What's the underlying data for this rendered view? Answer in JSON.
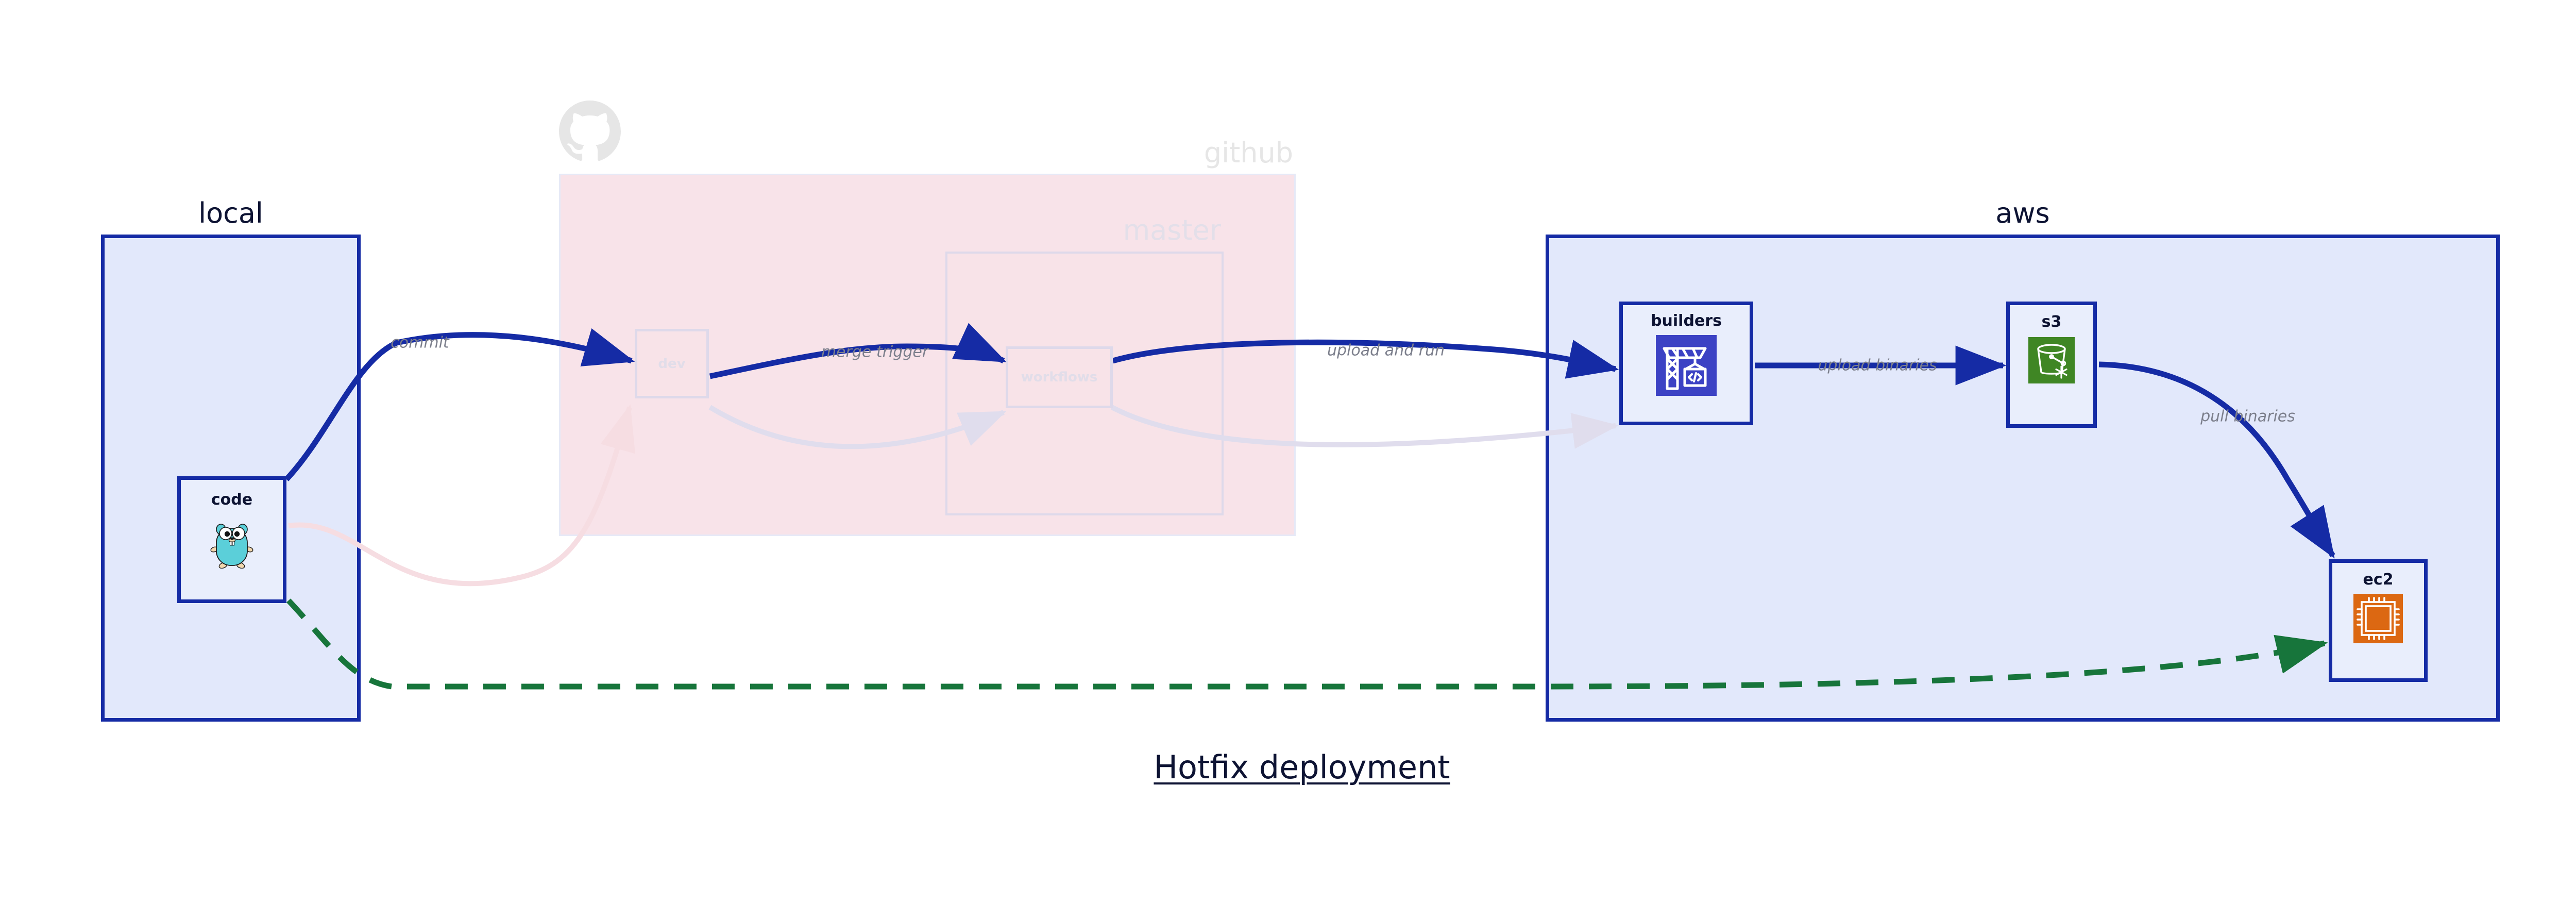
{
  "diagram": {
    "caption": "Hotfix deployment",
    "groups": [
      {
        "id": "local",
        "label": "local",
        "style": "solid"
      },
      {
        "id": "github",
        "label": "github",
        "style": "faded"
      },
      {
        "id": "master",
        "label": "master",
        "style": "ghost"
      },
      {
        "id": "aws",
        "label": "aws",
        "style": "solid"
      }
    ],
    "nodes": [
      {
        "id": "code",
        "label": "code",
        "icon": "go-gopher-icon",
        "state": "active"
      },
      {
        "id": "dev",
        "label": "dev",
        "icon": "none",
        "state": "ghost"
      },
      {
        "id": "workflows",
        "label": "workflows",
        "icon": "none",
        "state": "ghost"
      },
      {
        "id": "builders",
        "label": "builders",
        "icon": "aws-codebuild-icon",
        "state": "active"
      },
      {
        "id": "s3",
        "label": "s3",
        "icon": "aws-s3-bucket-icon",
        "state": "active"
      },
      {
        "id": "ec2",
        "label": "ec2",
        "icon": "aws-ec2-chip-icon",
        "state": "active"
      }
    ],
    "edges": [
      {
        "id": "commit",
        "from": "code",
        "to": "dev",
        "label": "commit",
        "style": "solid-blue",
        "state": "active"
      },
      {
        "id": "merge-trigger",
        "from": "dev",
        "to": "workflows",
        "label": "merge trigger",
        "style": "solid-blue",
        "state": "active"
      },
      {
        "id": "upload-and-run",
        "from": "workflows",
        "to": "builders",
        "label": "upload and run",
        "style": "solid-blue",
        "state": "active"
      },
      {
        "id": "upload-binaries",
        "from": "builders",
        "to": "s3",
        "label": "upload binaries",
        "style": "solid-blue",
        "state": "active"
      },
      {
        "id": "pull-binaries",
        "from": "s3",
        "to": "ec2",
        "label": "pull binaries",
        "style": "solid-blue",
        "state": "active"
      },
      {
        "id": "hotfix-direct",
        "from": "code",
        "to": "ec2",
        "label": "",
        "style": "dashed-green",
        "state": "active"
      },
      {
        "id": "ghost-back-1",
        "from": "code",
        "to": "dev",
        "label": "",
        "style": "solid-pink",
        "state": "ghost"
      },
      {
        "id": "ghost-back-2",
        "from": "dev",
        "to": "workflows",
        "label": "",
        "style": "solid-lilac",
        "state": "ghost"
      },
      {
        "id": "ghost-back-3",
        "from": "workflows",
        "to": "builders",
        "label": "",
        "style": "solid-lilac",
        "state": "ghost"
      }
    ],
    "colors": {
      "accent_blue": "#152ba5",
      "group_fill_blue": "#e2e8fb",
      "group_fill_pink": "#f8e3e9",
      "node_fill": "#e9eefc",
      "dashed_green": "#17753b",
      "label_gray": "#7c7f8c",
      "ghost_gray": "#e6e6e6",
      "aws_codebuild": "#3c42c4",
      "aws_s3": "#3f8624",
      "aws_ec2": "#dc6812",
      "gopher_teal": "#5bcfd9"
    },
    "icons": {
      "github_mark": "github-mark-icon"
    }
  }
}
